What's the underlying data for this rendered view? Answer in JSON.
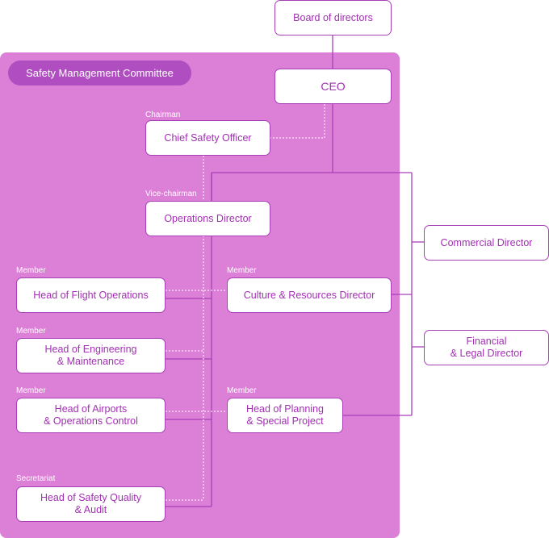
{
  "committee": {
    "title": "Safety Management Committee"
  },
  "nodes": {
    "board": "Board of directors",
    "ceo": "CEO",
    "cso": "Chief Safety Officer",
    "ops_director": "Operations Director",
    "flight_ops": "Head of Flight Operations",
    "culture": "Culture & Resources Director",
    "engineering": "Head of Engineering\n& Maintenance",
    "airports": "Head of Airports\n& Operations Control",
    "planning": "Head of Planning\n& Special Project",
    "safety_quality": "Head of Safety Quality\n& Audit",
    "commercial": "Commercial Director",
    "financial": "Financial\n& Legal Director"
  },
  "roles": {
    "chairman": "Chairman",
    "vice_chairman": "Vice-chairman",
    "member_flight": "Member",
    "member_culture": "Member",
    "member_engineering": "Member",
    "member_airports": "Member",
    "member_planning": "Member",
    "secretariat": "Secretariat"
  },
  "colors": {
    "panel": "#dc7fd6",
    "badge": "#b04dc0",
    "node_border": "#a93fb7",
    "node_text": "#a32fb4",
    "solid_line": "#a93fb7",
    "dotted_line": "#ffffff"
  }
}
